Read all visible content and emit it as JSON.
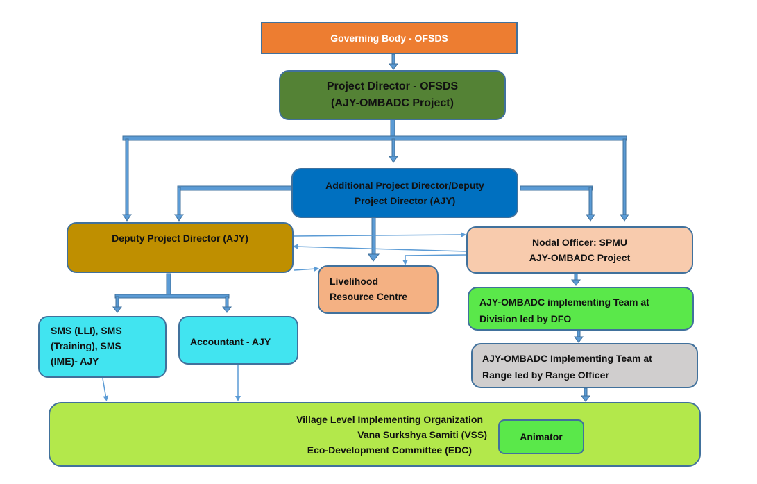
{
  "diagram": {
    "nodes": {
      "governing_body": {
        "label": "Governing Body - OFSDS",
        "color": "#ed7d31"
      },
      "project_director": {
        "lines": [
          "Project Director - OFSDS",
          "(AJY-OMBADC Project)"
        ],
        "color": "#548235"
      },
      "apd": {
        "lines": [
          "Additional Project Director/Deputy",
          "Project Director (AJY)"
        ],
        "color": "#0070c0"
      },
      "deputy_pd": {
        "label": "Deputy Project Director (AJY)",
        "color": "#bf8f00"
      },
      "nodal_officer": {
        "lines": [
          "Nodal Officer: SPMU",
          "AJY-OMBADC Project"
        ],
        "color": "#f8cbad"
      },
      "lrc": {
        "lines": [
          "Livelihood",
          "Resource Centre"
        ],
        "color": "#f4b183"
      },
      "division_team": {
        "lines": [
          "AJY-OMBADC implementing Team at",
          "Division led by DFO"
        ],
        "color": "#5ae84a"
      },
      "range_team": {
        "lines": [
          "AJY-OMBADC Implementing Team at",
          "Range led by Range Officer"
        ],
        "color": "#d0cece"
      },
      "sms": {
        "lines": [
          "SMS (LLI), SMS",
          "(Training), SMS",
          "(IME)- AJY"
        ],
        "color": "#41e4f0"
      },
      "accountant": {
        "label": "Accountant - AJY",
        "color": "#41e4f0"
      },
      "village": {
        "lines": [
          "Village Level Implementing Organization",
          "Vana Surkshya Samiti (VSS)",
          "Eco-Development Committee (EDC)"
        ],
        "color": "#b3e84b"
      },
      "animator": {
        "label": "Animator",
        "color": "#5ae84a"
      }
    },
    "edges": [
      [
        "governing_body",
        "project_director"
      ],
      [
        "project_director",
        "apd"
      ],
      [
        "project_director",
        "deputy_pd"
      ],
      [
        "project_director",
        "nodal_officer"
      ],
      [
        "apd",
        "deputy_pd"
      ],
      [
        "apd",
        "nodal_officer"
      ],
      [
        "apd",
        "lrc"
      ],
      [
        "deputy_pd",
        "nodal_officer"
      ],
      [
        "nodal_officer",
        "deputy_pd"
      ],
      [
        "nodal_officer",
        "lrc"
      ],
      [
        "deputy_pd",
        "lrc"
      ],
      [
        "deputy_pd",
        "sms"
      ],
      [
        "deputy_pd",
        "accountant"
      ],
      [
        "nodal_officer",
        "division_team"
      ],
      [
        "division_team",
        "range_team"
      ],
      [
        "range_team",
        "village"
      ],
      [
        "sms",
        "village"
      ],
      [
        "accountant",
        "village"
      ]
    ],
    "connector_color": "#5b9bd5"
  }
}
